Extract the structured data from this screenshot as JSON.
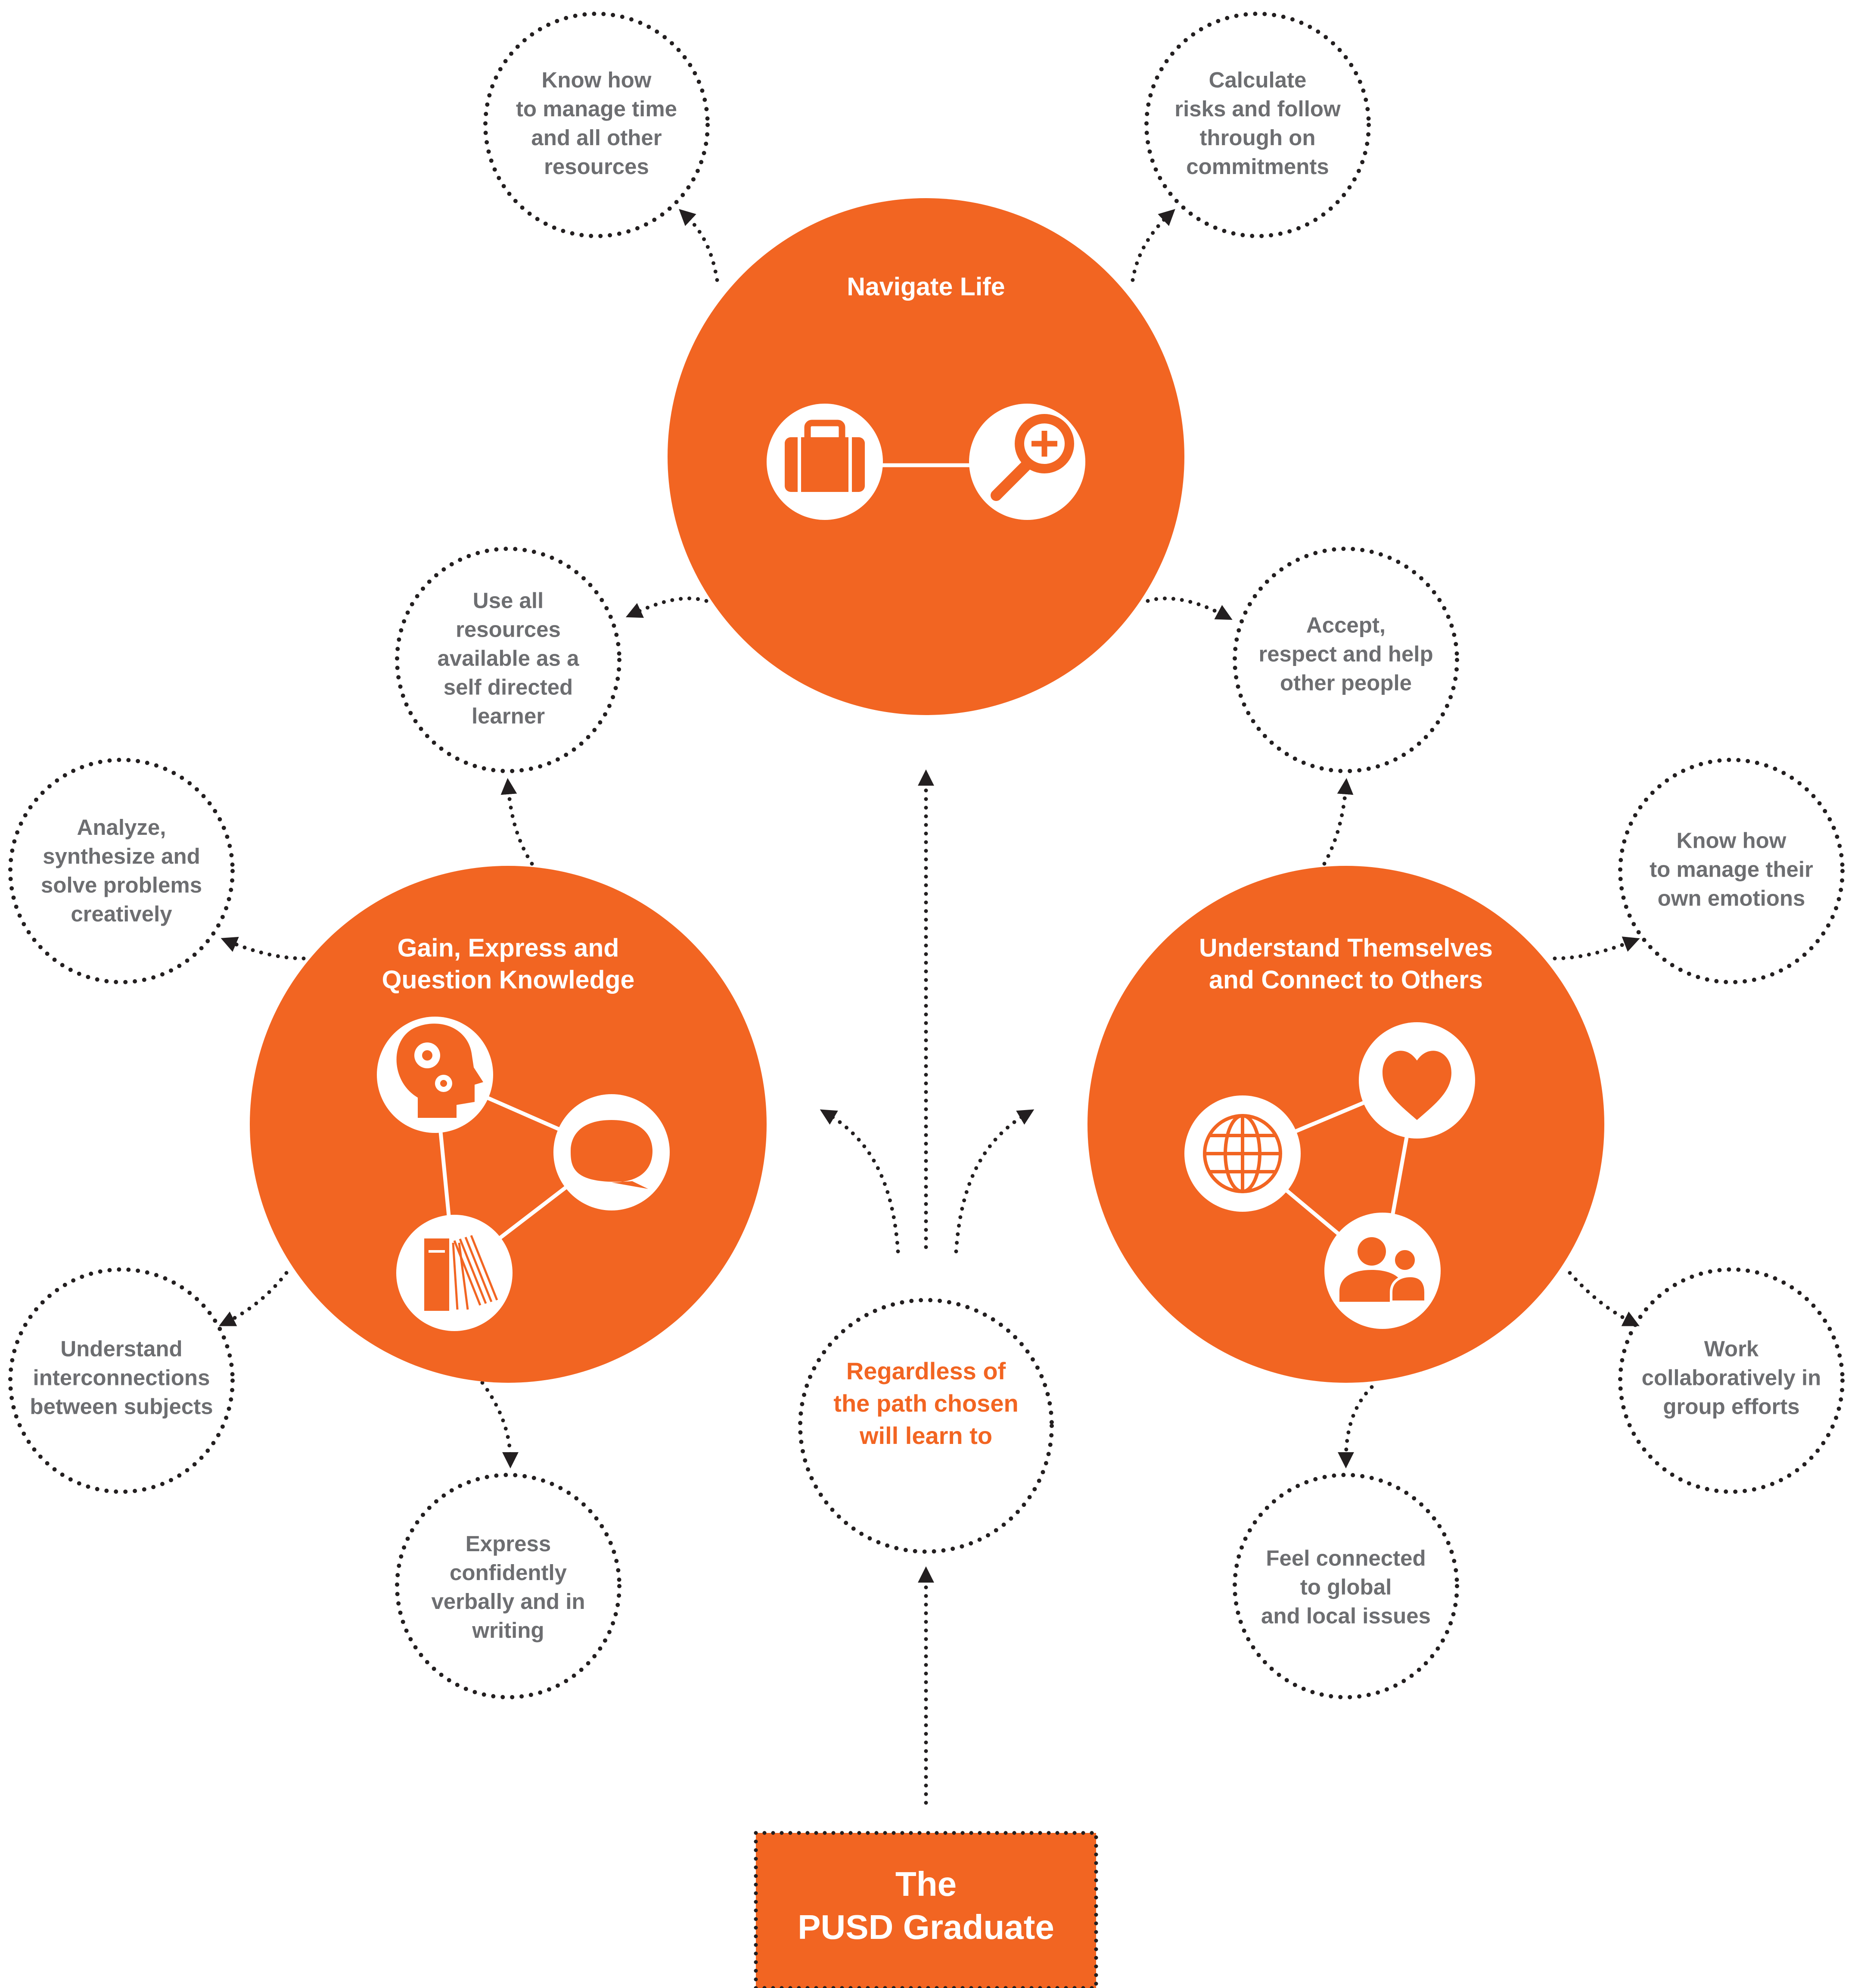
{
  "colors": {
    "accent": "#f26522",
    "text": "#6d6e71",
    "dots": "#231f20",
    "white": "#ffffff"
  },
  "center": {
    "text": [
      "Regardless of",
      "the path chosen",
      "will learn to"
    ]
  },
  "graduate": {
    "text": [
      "The",
      "PUSD Graduate"
    ]
  },
  "hubs": {
    "navigate": {
      "title": [
        "Navigate Life"
      ],
      "icons": [
        "briefcase-icon",
        "magnifier-plus-icon"
      ]
    },
    "knowledge": {
      "title": [
        "Gain, Express and",
        "Question Knowledge"
      ],
      "icons": [
        "head-gears-icon",
        "speech-bubble-icon",
        "books-icon"
      ]
    },
    "understand": {
      "title": [
        "Understand Themselves",
        "and Connect to Others"
      ],
      "icons": [
        "globe-icon",
        "heart-icon",
        "people-icon"
      ]
    }
  },
  "outcomes": {
    "time": [
      "Know how",
      "to manage time",
      "and all other",
      "resources"
    ],
    "risks": [
      "Calculate",
      "risks and follow",
      "through on",
      "commitments"
    ],
    "self_directed": [
      "Use all",
      "resources",
      "available as a",
      "self directed",
      "learner"
    ],
    "accept": [
      "Accept,",
      "respect and help",
      "other people"
    ],
    "analyze": [
      "Analyze,",
      "synthesize and",
      "solve problems",
      "creatively"
    ],
    "emotions": [
      "Know how",
      "to manage their",
      "own emotions"
    ],
    "interconnections": [
      "Understand",
      "interconnections",
      "between subjects"
    ],
    "collaborate": [
      "Work",
      "collaboratively in",
      "group efforts"
    ],
    "express": [
      "Express",
      "confidently",
      "verbally and in",
      "writing"
    ],
    "connected": [
      "Feel connected",
      "to global",
      "and local issues"
    ]
  }
}
